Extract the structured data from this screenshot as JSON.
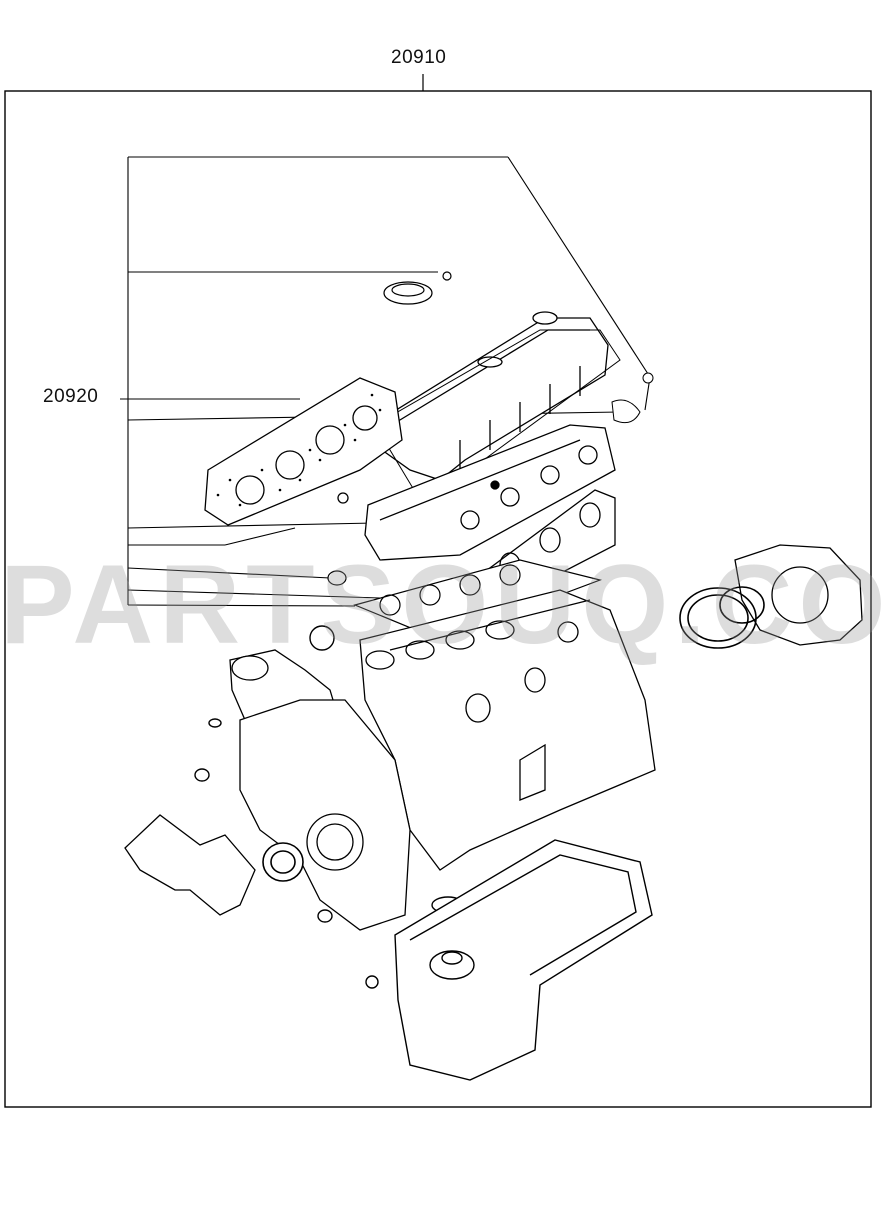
{
  "diagram": {
    "part_numbers": {
      "assembly": "20910",
      "subkit": "20920"
    },
    "watermark": "PARTSOUQ.COM"
  }
}
